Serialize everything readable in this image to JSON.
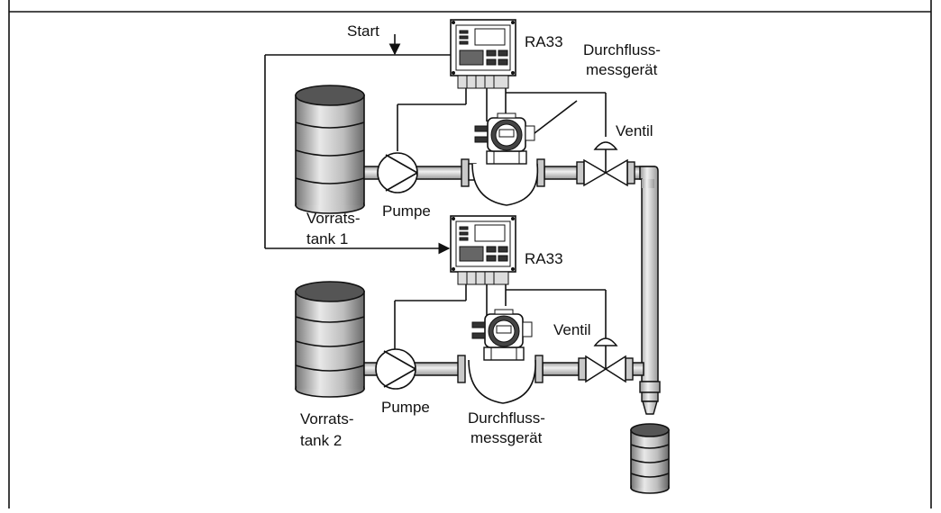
{
  "labels": {
    "start": "Start",
    "ra33_1": "RA33",
    "ra33_2": "RA33",
    "flowmeter_1_l1": "Durchfluss-",
    "flowmeter_1_l2": "messgerät",
    "flowmeter_2_l1": "Durchfluss-",
    "flowmeter_2_l2": "messgerät",
    "valve_1": "Ventil",
    "valve_2": "Ventil",
    "pump_1": "Pumpe",
    "pump_2": "Pumpe",
    "tank_1_l1": "Vorrats-",
    "tank_1_l2": "tank 1",
    "tank_2_l1": "Vorrats-",
    "tank_2_l2": "tank 2"
  },
  "colors": {
    "line": "#111111",
    "pipe": "#d4d4d4",
    "tank_top": "#555555"
  }
}
